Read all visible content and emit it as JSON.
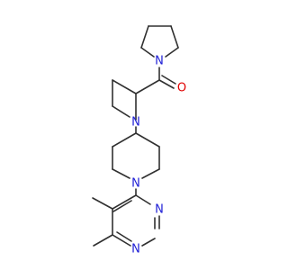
{
  "structure": {
    "atoms": {
      "pyrrolidine_n": "N",
      "carbonyl_o": "O",
      "piperidine_a_n": "N",
      "piperidine_b_n": "N",
      "pyrimidine_n1": "N",
      "pyrimidine_n3": "N"
    }
  },
  "colors": {
    "bond": "#303030",
    "nitrogen": "#1f1fd6",
    "oxygen": "#e00000",
    "background": "#ffffff"
  }
}
